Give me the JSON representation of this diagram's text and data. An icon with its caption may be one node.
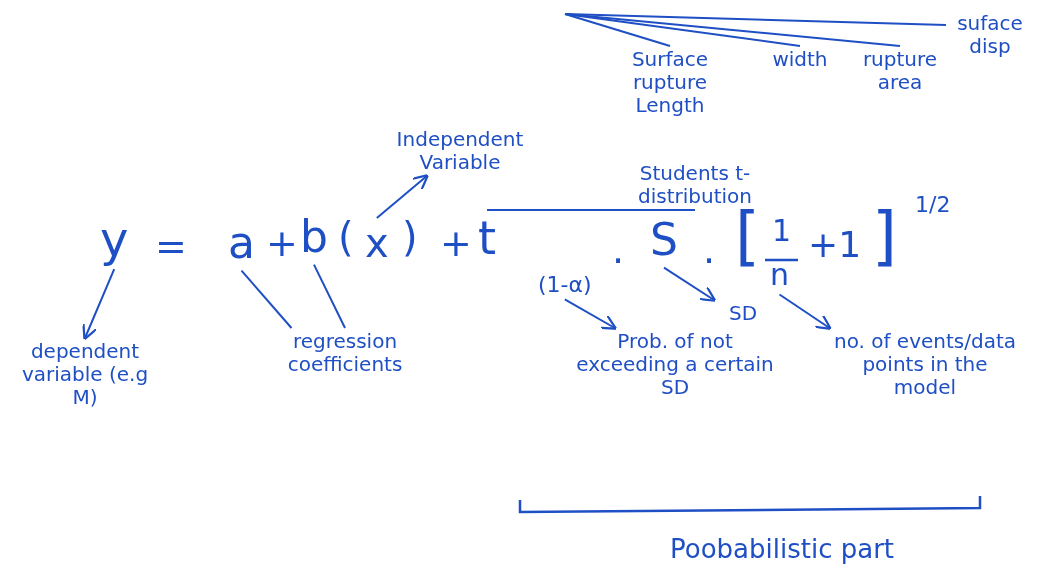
{
  "diagram": {
    "nodes": [
      {
        "text": [
          "y"
        ]
      },
      {
        "text": [
          "a"
        ]
      },
      {
        "text": [
          "b"
        ]
      },
      {
        "text": [
          "x"
        ]
      },
      {
        "text": [
          "t"
        ]
      },
      {
        "text": [
          "(1-α)"
        ]
      },
      {
        "text": [
          "S"
        ]
      },
      {
        "text": [
          "n"
        ]
      },
      {
        "text": [
          "dependent variable (e.g M)"
        ]
      },
      {
        "text": [
          "regression coefficients"
        ]
      },
      {
        "text": [
          "Independent Variable"
        ]
      },
      {
        "text": [
          "Students t-distribution"
        ]
      },
      {
        "text": [
          "Prob. of not exceeding a certain SD"
        ]
      },
      {
        "text": [
          "SD"
        ]
      },
      {
        "text": [
          "no. of events/data points in the model"
        ]
      },
      {
        "text": [
          "Surface rupture Length"
        ]
      },
      {
        "text": [
          "width"
        ]
      },
      {
        "text": [
          "rupture area"
        ]
      },
      {
        "text": [
          "suface disp"
        ]
      }
    ],
    "edges": [
      {
        "from": 0,
        "to": 8,
        "arrow": "to"
      },
      {
        "from": 1,
        "to": 9,
        "arrow": "none"
      },
      {
        "from": 2,
        "to": 9,
        "arrow": "none"
      },
      {
        "from": 3,
        "to": 10,
        "arrow": "to"
      },
      {
        "from": 4,
        "to": 11,
        "arrow": "none"
      },
      {
        "from": 5,
        "to": 12,
        "arrow": "to"
      },
      {
        "from": 6,
        "to": 13,
        "arrow": "to"
      },
      {
        "from": 7,
        "to": 14,
        "arrow": "to"
      },
      {
        "from": null,
        "to": 15,
        "arrow": "none"
      },
      {
        "from": null,
        "to": 16,
        "arrow": "none"
      },
      {
        "from": null,
        "to": 17,
        "arrow": "none"
      },
      {
        "from": null,
        "to": 18,
        "arrow": "none"
      }
    ],
    "labels": [
      "=",
      "+",
      "(",
      ")",
      "+",
      "·",
      "·",
      "[",
      "1",
      "+1",
      "]",
      "1/2",
      "Poobabilistic part"
    ]
  }
}
